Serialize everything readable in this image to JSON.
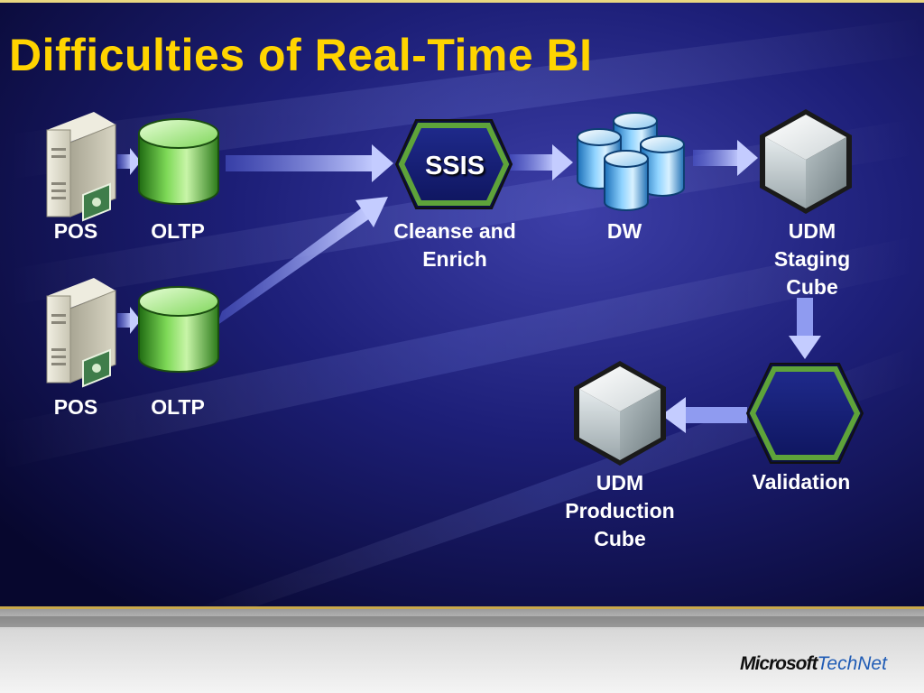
{
  "slide": {
    "title": "Difficulties of Real-Time BI"
  },
  "nodes": {
    "pos1": "POS",
    "oltp1": "OLTP",
    "pos2": "POS",
    "oltp2": "OLTP",
    "ssis_badge": "SSIS",
    "ssis_caption_line1": "Cleanse and",
    "ssis_caption_line2": "Enrich",
    "dw": "DW",
    "udm_staging_line1": "UDM",
    "udm_staging_line2": "Staging",
    "udm_staging_line3": "Cube",
    "validation": "Validation",
    "udm_production_line1": "UDM",
    "udm_production_line2": "Production",
    "udm_production_line3": "Cube"
  },
  "footer": {
    "brand_microsoft": "Microsoft",
    "brand_technet": "TechNet"
  },
  "colors": {
    "title": "#ffd400",
    "background": "#0a0a3a",
    "label": "#ffffff",
    "hex_border": "#4a8c2a",
    "arrow": "#aab4ff"
  }
}
